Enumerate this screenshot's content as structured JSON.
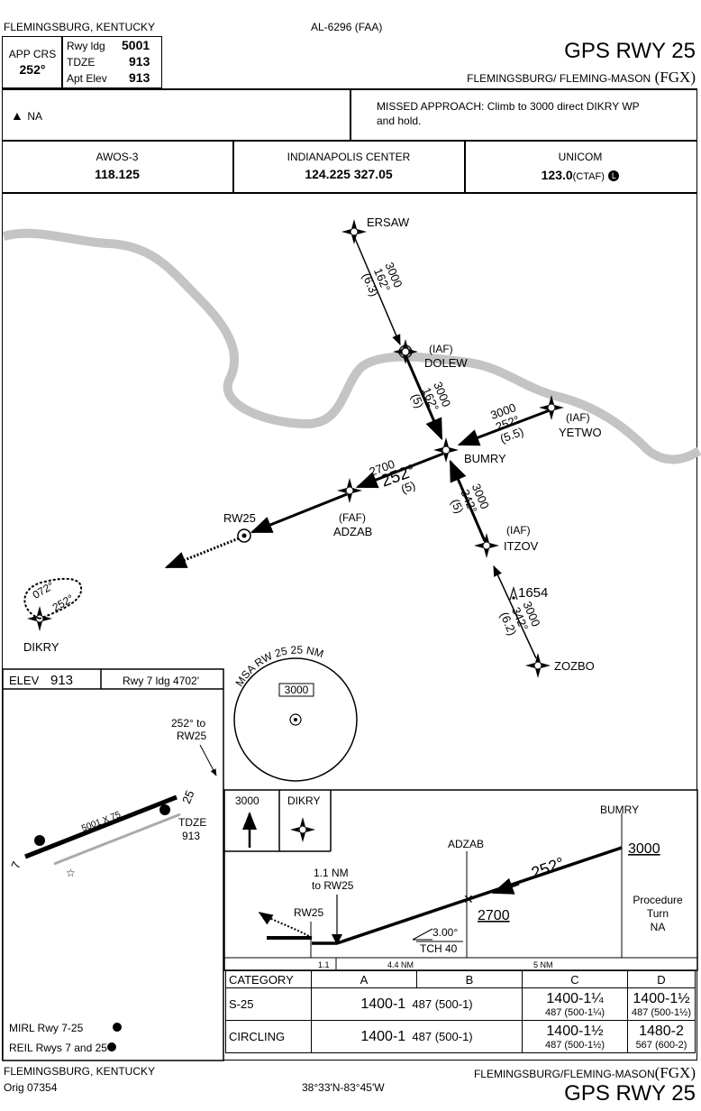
{
  "header": {
    "location": "FLEMINGSBURG, KENTUCKY",
    "procedure_id": "AL-6296 (FAA)",
    "app_crs_label": "APP CRS",
    "app_crs_value": "252°",
    "rwy_ldg_label": "Rwy ldg",
    "rwy_ldg_value": "5001",
    "tdze_label": "TDZE",
    "tdze_value": "913",
    "apt_elev_label": "Apt Elev",
    "apt_elev_value": "913",
    "title": "GPS RWY 25",
    "airport": "FLEMINGSBURG/ FLEMING-MASON",
    "airport_id": "(FGX)"
  },
  "notes": {
    "na_label": "NA",
    "missed_approach": "MISSED APPROACH: Climb to 3000 direct DIKRY WP",
    "missed_approach_2": "and hold."
  },
  "comms": [
    {
      "name": "AWOS-3",
      "freq": "118.125",
      "extra": ""
    },
    {
      "name": "INDIANAPOLIS CENTER",
      "freq": "124.225  327.05",
      "extra": ""
    },
    {
      "name": "UNICOM",
      "freq": "123.0",
      "extra": "(CTAF)"
    }
  ],
  "plan_view": {
    "fixes": {
      "ersaw": "ERSAW",
      "dolew_iaf": "(IAF)",
      "dolew": "DOLEW",
      "yetwo_iaf": "(IAF)",
      "yetwo": "YETWO",
      "bumry": "BUMRY",
      "adzab_faf": "(FAF)",
      "adzab": "ADZAB",
      "rw25": "RW25",
      "itzov_iaf": "(IAF)",
      "itzov": "ITZOV",
      "zozbo": "ZOZBO",
      "dikry": "DIKRY"
    },
    "legs": {
      "ersaw_alt": "3000",
      "ersaw_crs": "162°",
      "ersaw_dist": "(6.3)",
      "dolew_alt": "3000",
      "dolew_crs": "162°",
      "dolew_dist": "(5)",
      "yetwo_alt": "3000",
      "yetwo_crs": "252°",
      "yetwo_dist": "(5.5)",
      "final_alt": "2700",
      "final_crs": "252°",
      "final_dist": "(5)",
      "itzov_alt": "3000",
      "itzov_crs": "342°",
      "itzov_dist": "(5)",
      "zozbo_alt": "3000",
      "zozbo_crs": "342°",
      "zozbo_dist": "(6.2)",
      "obstacle": "1654",
      "hold_out": "072°",
      "hold_in": "252°"
    },
    "msa": {
      "label": "MSA RW 25 25 NM",
      "altitude": "3000"
    }
  },
  "airport_diagram": {
    "elev_label": "ELEV",
    "elev_value": "913",
    "rwy_info": "Rwy 7 ldg 4702'",
    "inbound": "252° to",
    "inbound_2": "RW25",
    "runway_dims": "5001 X 75",
    "rwy_7": "7",
    "rwy_25": "25",
    "tdze_label": "TDZE",
    "tdze_value": "913",
    "lighting_1": "MIRL Rwy 7-25",
    "lighting_2": "REIL Rwys 7 and 25"
  },
  "profile": {
    "ma_alt": "3000",
    "ma_fix": "DIKRY",
    "bumry": "BUMRY",
    "bumry_alt": "3000",
    "adzab": "ADZAB",
    "adzab_alt": "2700",
    "crs": "252°",
    "nm_note_1": "1.1 NM",
    "nm_note_2": "to RW25",
    "rw25": "RW25",
    "gs": "3.00°",
    "tch": "TCH 40",
    "pt_1": "Procedure",
    "pt_2": "Turn",
    "pt_3": "NA",
    "dist_1": "1.1",
    "dist_2": "4.4 NM",
    "dist_3": "5 NM"
  },
  "minimums": {
    "headers": [
      "CATEGORY",
      "A",
      "B",
      "C",
      "D"
    ],
    "rows": [
      {
        "cat": "S-25",
        "ab": "1400-1",
        "ab_hat": "487 (500-1)",
        "c": "1400-1¼",
        "c_hat": "487 (500-1¼)",
        "d": "1400-1½",
        "d_hat": "487 (500-1½)"
      },
      {
        "cat": "CIRCLING",
        "ab": "1400-1",
        "ab_hat": "487 (500-1)",
        "c": "1400-1½",
        "c_hat": "487 (500-1½)",
        "d": "1480-2",
        "d_hat": "567 (600-2)"
      }
    ]
  },
  "footer": {
    "location": "FLEMINGSBURG, KENTUCKY",
    "amendment": "Orig 07354",
    "coords": "38°33'N-83°45'W",
    "airport": "FLEMINGSBURG/FLEMING-MASON",
    "airport_id": "(FGX)",
    "title": "GPS RWY 25"
  }
}
